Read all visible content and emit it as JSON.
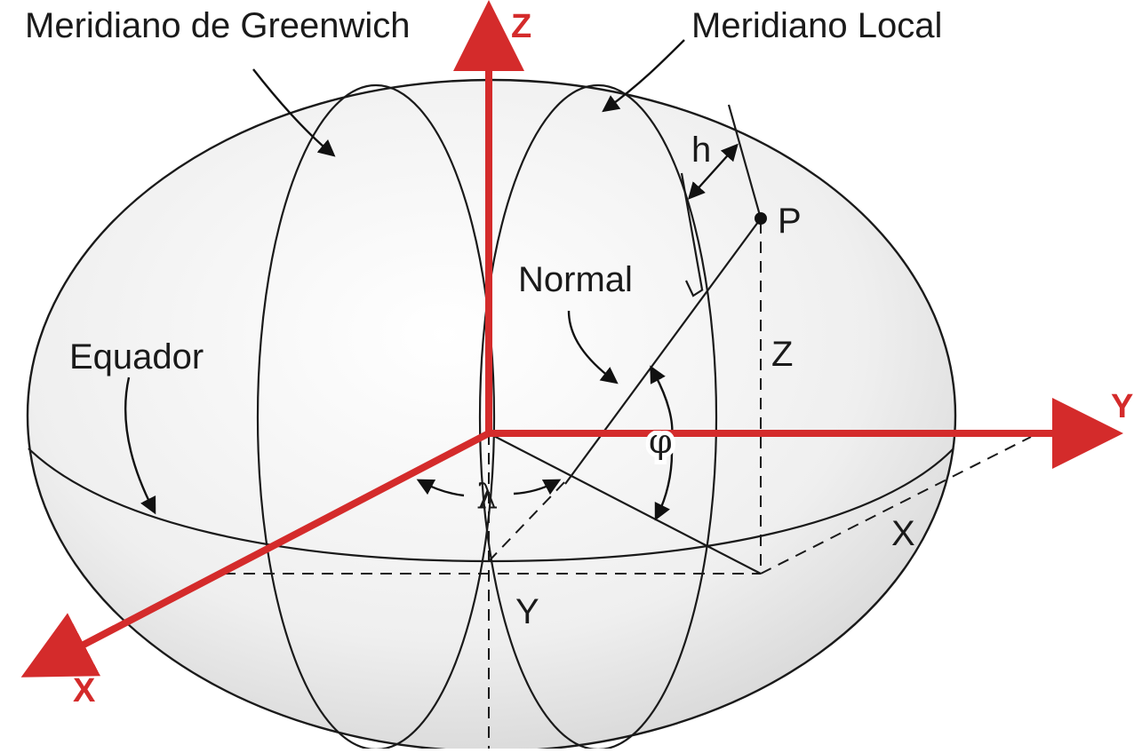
{
  "labels": {
    "greenwich_meridian": "Meridiano de Greenwich",
    "local_meridian": "Meridiano Local",
    "equator": "Equador",
    "normal": "Normal",
    "height": "h",
    "point": "P",
    "latitude": "φ",
    "longitude": "λ",
    "coord_x": "X",
    "coord_y": "Y",
    "coord_z": "Z"
  },
  "axes": {
    "x": "X",
    "y": "Y",
    "z": "Z"
  },
  "colors": {
    "axis": "#d42b2b",
    "line": "#1a1a1a",
    "ellipsoid_fill": "#f2f2f2"
  }
}
